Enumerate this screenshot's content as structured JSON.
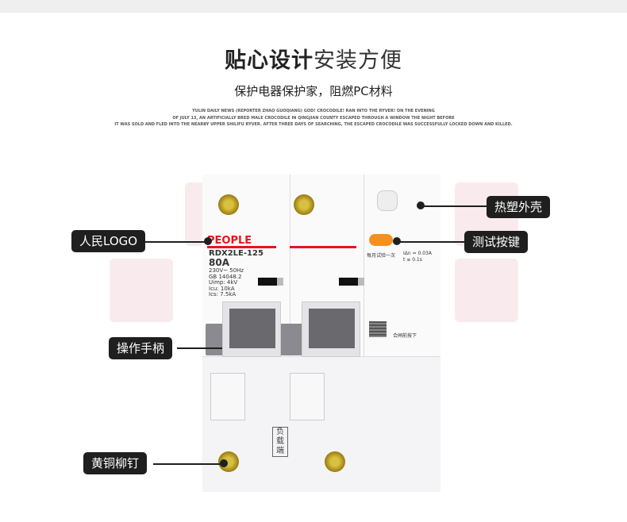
{
  "header": {
    "title_bold": "贴心设计",
    "title_light": "安装方便",
    "subtitle": "保护电器保护家，阻燃PC材料",
    "english_lines": [
      "YULIN DAILY NEWS (REPORTER ZHAO GUOQIANG) GOD! CROCODILE! RAN INTO THE RYVER! ON THE EVENING",
      "OF JULY 13, AN ARTIFICIALLY BRED MALE CROCODILE IN QINGJIAN COUNTY ESCAPED THROUGH A WINDOW THE NIGHT BEFORE",
      "IT WAS SOLD AND FLED INTO THE NEARBY UPPER SHILIFU RYVER. AFTER THREE DAYS OF SEARCHING, THE ESCAPED CROCODILE WAS SUCCESSFULLY LOCKED DOWN AND KILLED."
    ]
  },
  "product": {
    "brand": "PEOPLE",
    "model": "RDX2LE-125",
    "current": "80A",
    "specs": [
      "230V~ 50Hz",
      "GB 14048.2",
      "Uimp: 4kV",
      "Icu: 10kA",
      "Ics: 7.5kA"
    ],
    "test_note": "每月试验一次",
    "leak_spec": [
      "IΔn = 0.03A",
      "t ≤ 0.1s"
    ],
    "close_note": "合闸前按下",
    "load_text": "负载端"
  },
  "callouts": {
    "shell": "热塑外壳",
    "test_button": "测试按键",
    "logo": "人民LOGO",
    "handle": "操作手柄",
    "rivet": "黄铜柳钉"
  }
}
